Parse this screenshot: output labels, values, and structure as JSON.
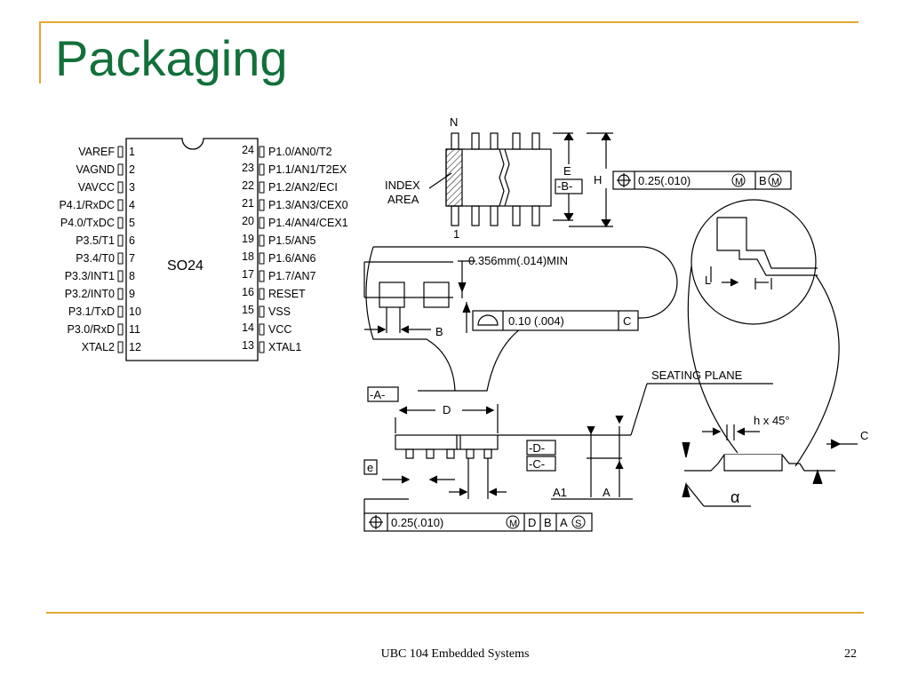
{
  "slide": {
    "title": "Packaging",
    "footer": "UBC 104 Embedded Systems",
    "page_number": "22"
  },
  "chip": {
    "package": "SO24",
    "left_pins": [
      {
        "num": "1",
        "label": "VAREF"
      },
      {
        "num": "2",
        "label": "VAGND"
      },
      {
        "num": "3",
        "label": "VAVCC"
      },
      {
        "num": "4",
        "label": "P4.1/RxDC"
      },
      {
        "num": "5",
        "label": "P4.0/TxDC"
      },
      {
        "num": "6",
        "label": "P3.5/T1"
      },
      {
        "num": "7",
        "label": "P3.4/T0"
      },
      {
        "num": "8",
        "label": "P3.3/INT1"
      },
      {
        "num": "9",
        "label": "P3.2/INT0"
      },
      {
        "num": "10",
        "label": "P3.1/TxD"
      },
      {
        "num": "11",
        "label": "P3.0/RxD"
      },
      {
        "num": "12",
        "label": "XTAL2"
      }
    ],
    "right_pins": [
      {
        "num": "24",
        "label": "P1.0/AN0/T2"
      },
      {
        "num": "23",
        "label": "P1.1/AN1/T2EX"
      },
      {
        "num": "22",
        "label": "P1.2/AN2/ECI"
      },
      {
        "num": "21",
        "label": "P1.3/AN3/CEX0"
      },
      {
        "num": "20",
        "label": "P1.4/AN4/CEX1"
      },
      {
        "num": "19",
        "label": "P1.5/AN5"
      },
      {
        "num": "18",
        "label": "P1.6/AN6"
      },
      {
        "num": "17",
        "label": "P1.7/AN7"
      },
      {
        "num": "16",
        "label": "RESET"
      },
      {
        "num": "15",
        "label": "VSS"
      },
      {
        "num": "14",
        "label": "VCC"
      },
      {
        "num": "13",
        "label": "XTAL1"
      }
    ]
  },
  "drawing": {
    "pin_n": "N",
    "pin_1": "1",
    "index_area_1": "INDEX",
    "index_area_2": "AREA",
    "dim_e": "E",
    "dim_h": "H",
    "datum_b": "-B-",
    "tol_top_value": "0.25(.010)",
    "tol_top_mod": "M",
    "tol_top_ref": "B",
    "tol_top_ref_mod": "M",
    "lead_min": "0.356mm(.014)MIN",
    "dim_b": "B",
    "flat_value": "0.10 (.004)",
    "flat_ref": "C",
    "dim_l": "L",
    "seating_plane": "SEATING PLANE",
    "datum_a": "-A-",
    "dim_d": "D",
    "datum_d": "-D-",
    "datum_c": "-C-",
    "dim_e_small": "e",
    "dim_a1": "A1",
    "dim_a": "A",
    "chamfer": "h x 45°",
    "dim_c": "C",
    "angle": "α",
    "tol_bottom_value": "0.25(.010)",
    "tol_bottom_mod": "M",
    "tol_bottom_ref1": "D",
    "tol_bottom_ref2": "B",
    "tol_bottom_ref3": "A",
    "tol_bottom_ref3_mod": "S"
  },
  "icons": [
    "position-tolerance-symbol",
    "flatness-symbol",
    "circle-modifier"
  ]
}
